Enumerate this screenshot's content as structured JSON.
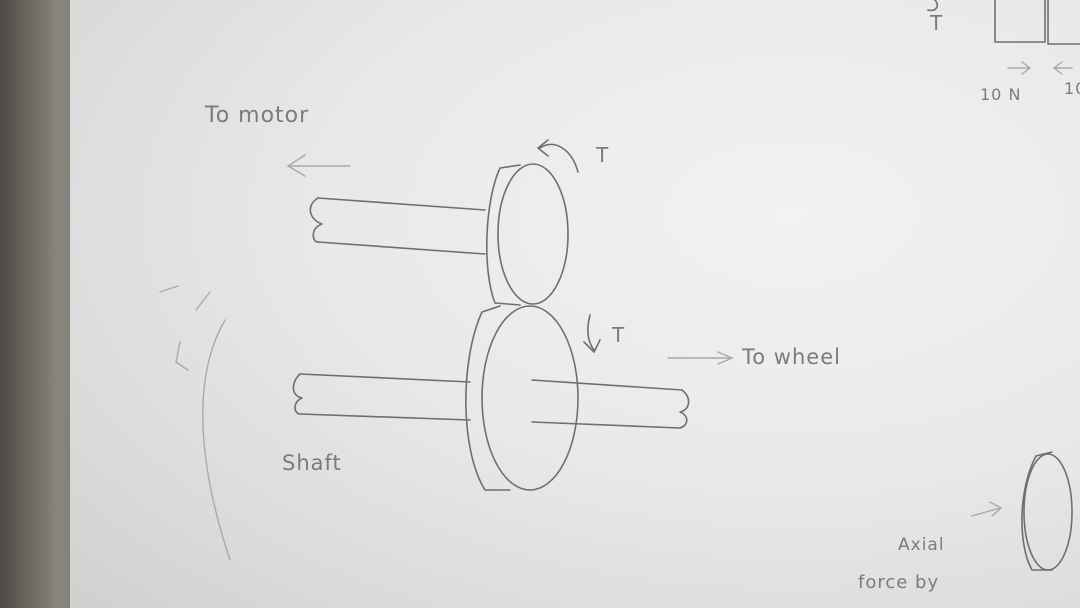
{
  "labels": {
    "to_motor": "To motor",
    "to_wheel": "To wheel",
    "shaft": "Shaft",
    "torque_top": "T",
    "torque_bottom": "T",
    "corner_t": "T",
    "force_left": "10 N",
    "force_right": "10",
    "axial": "Axial",
    "force_by": "force by"
  },
  "colors": {
    "paper": "#e8e9ea",
    "pencil": "#6f6f72",
    "desk": "#5f5a53"
  }
}
